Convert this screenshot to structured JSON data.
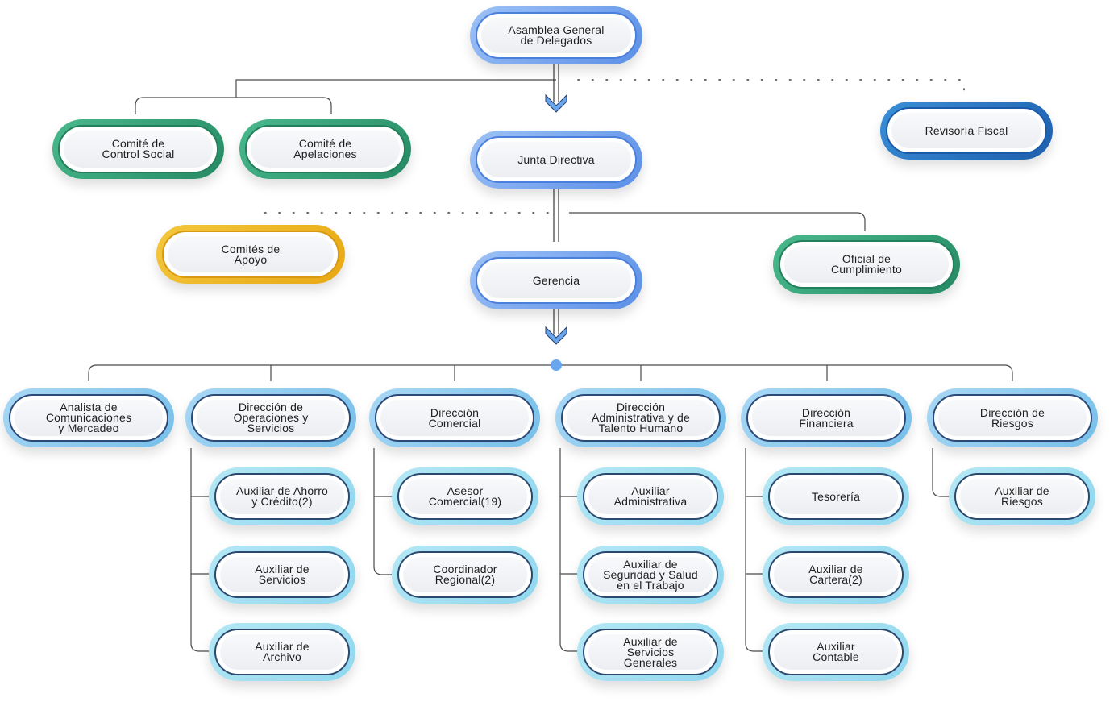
{
  "colors": {
    "governance": "#5b8fe6",
    "fiscal": "#1d5fae",
    "committee": "#2f9b72",
    "support": "#efb823",
    "direction": "#8ccbf0",
    "staff": "#9fdcf0",
    "connector": "#4a4a4a",
    "hub_dot": "#6aa6ef"
  },
  "nodes": {
    "asamblea": "Asamblea General\nde Delegados",
    "revisoria": "Revisoría Fiscal",
    "comite_control": "Comité de\nControl Social",
    "comite_apelaciones": "Comité de\nApelaciones",
    "junta": "Junta Directiva",
    "comites_apoyo": "Comités de\nApoyo",
    "gerencia": "Gerencia",
    "oficial": "Oficial de\nCumplimiento",
    "analista": "Analista de\nComunicaciones\ny Mercadeo",
    "dir_operaciones": "Dirección de\nOperaciones y\nServicios",
    "dir_comercial": "Dirección\nComercial",
    "dir_administrativa": "Dirección\nAdministrativa y de\nTalento Humano",
    "dir_financiera": "Dirección\nFinanciera",
    "dir_riesgos": "Dirección de\nRiesgos",
    "aux_ahorro": "Auxiliar de Ahorro\ny Crédito(2)",
    "aux_servicios": "Auxiliar de\nServicios",
    "aux_archivo": "Auxiliar de\nArchivo",
    "asesor_comercial": "Asesor\nComercial(19)",
    "coordinador": "Coordinador\nRegional(2)",
    "aux_administrativa": "Auxiliar\nAdministrativa",
    "aux_sst": "Auxiliar de\nSeguridad y Salud\nen el Trabajo",
    "aux_generales": "Auxiliar de\nServicios\nGenerales",
    "tesoreria": "Tesorería",
    "aux_cartera": "Auxiliar de\nCartera(2)",
    "aux_contable": "Auxiliar\nContable",
    "aux_riesgos": "Auxiliar de\nRiesgos"
  }
}
